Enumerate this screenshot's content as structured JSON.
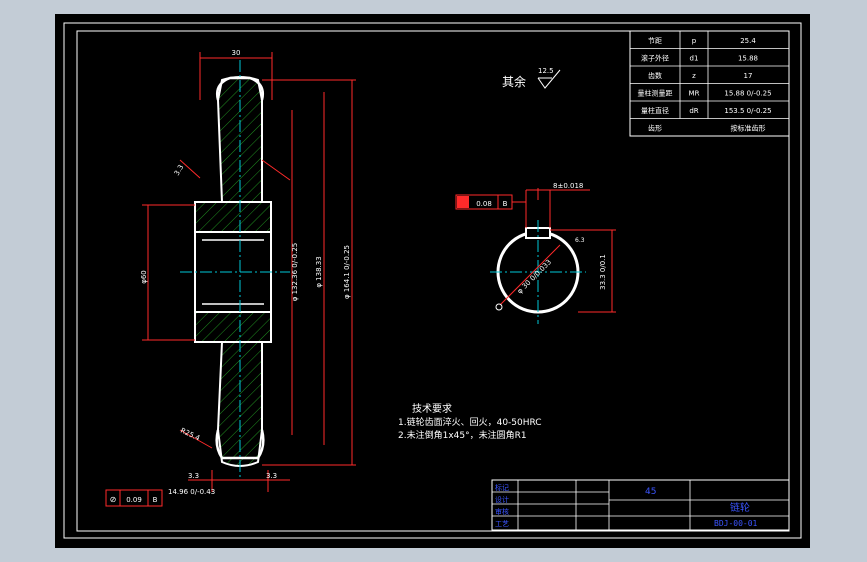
{
  "colors": {
    "background_outer": "#c3ccd6",
    "canvas": "#000000",
    "frame": "#ffffff",
    "dimension": "#ff2a2a",
    "centerline": "#00c8d7",
    "hatch": "#1f8f1f",
    "part": "#ffffff",
    "title_block": "#3b55ff"
  },
  "parameter_table": {
    "rows": [
      {
        "label": "节距",
        "symbol": "p",
        "value": "25.4"
      },
      {
        "label": "滚子外径",
        "symbol": "d1",
        "value": "15.88"
      },
      {
        "label": "齿数",
        "symbol": "z",
        "value": "17"
      },
      {
        "label": "量柱测量距",
        "symbol": "MR",
        "value": "15.88 0/-0.25"
      },
      {
        "label": "量柱直径",
        "symbol": "dR",
        "value": "153.5 0/-0.25"
      },
      {
        "label": "齿形",
        "symbol": "",
        "value": "按标准齿形"
      }
    ]
  },
  "surface_note": {
    "text": "其余",
    "roughness": "12.5"
  },
  "side_view": {
    "dim_top": "30",
    "dim_tooth_side": "3.3",
    "dim_bore": "φ60",
    "dim_d1": "φ 132.36 0/-0.25",
    "dim_d2": "φ 138.33",
    "dim_d3": "φ 164.1 0/-0.25",
    "dim_bottom_left": "3.3",
    "dim_bottom_right": "3.3",
    "dim_hub": "14.96 0/-0.43",
    "chamfer": "R25.4",
    "tolerance_frame": {
      "symbol": "⊘",
      "value": "0.09",
      "datum": "B"
    }
  },
  "front_view": {
    "tolerance_frame": {
      "value": "0.08",
      "datum": "B"
    },
    "keyway_dim": "8±0.018",
    "bore_dim": "φ 30 0/0.033",
    "depth_dim": "33.3 0/0.1",
    "roughness": "6.3"
  },
  "tech_requirements": {
    "title": "技术要求",
    "items": [
      "1.链轮齿面淬火、回火，40-50HRC",
      "2.未注倒角1x45°，未注圆角R1"
    ]
  },
  "title_block": {
    "material": "45",
    "part_name": "链轮",
    "drawing_no": "BDJ-00-01",
    "labels": [
      "标记",
      "设计",
      "审核",
      "工艺"
    ]
  }
}
